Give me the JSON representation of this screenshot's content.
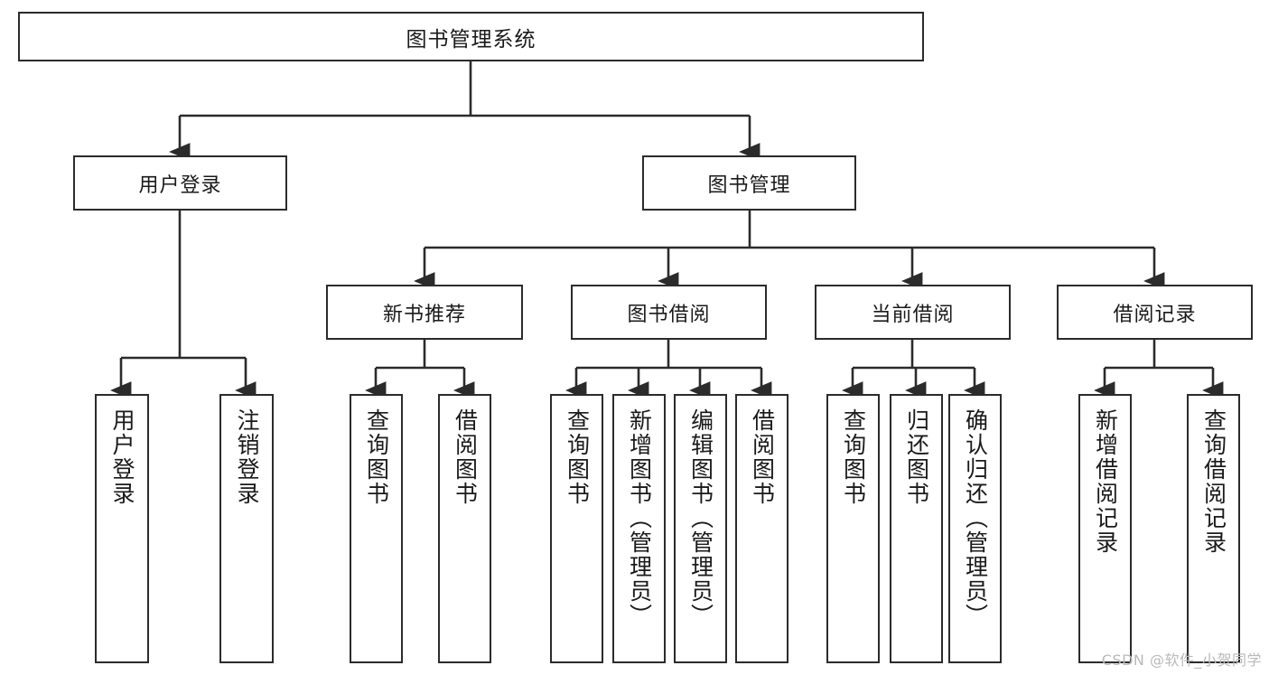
{
  "diagram": {
    "type": "tree",
    "title": "图书管理系统",
    "watermark": "CSDN @软件_小贺同学",
    "colors": {
      "stroke": "#2b2b2b",
      "fill": "#ffffff",
      "text": "#1a1a1a",
      "watermark": "#b9b9b9"
    },
    "root": {
      "label": "图书管理系统"
    },
    "level1": [
      {
        "label": "用户登录"
      },
      {
        "label": "图书管理"
      }
    ],
    "level2": [
      {
        "label": "新书推荐"
      },
      {
        "label": "图书借阅"
      },
      {
        "label": "当前借阅"
      },
      {
        "label": "借阅记录"
      }
    ],
    "leaves": {
      "user_login": [
        {
          "label": "用户登录"
        },
        {
          "label": "注销登录"
        }
      ],
      "new_book_recommend": [
        {
          "label": "查询图书"
        },
        {
          "label": "借阅图书"
        }
      ],
      "book_borrow": [
        {
          "label": "查询图书"
        },
        {
          "label": "新增图书（管理员）"
        },
        {
          "label": "编辑图书（管理员）"
        },
        {
          "label": "借阅图书"
        }
      ],
      "current_borrow": [
        {
          "label": "查询图书"
        },
        {
          "label": "归还图书"
        },
        {
          "label": "确认归还（管理员）"
        }
      ],
      "borrow_record": [
        {
          "label": "新增借阅记录"
        },
        {
          "label": "查询借阅记录"
        }
      ]
    }
  }
}
